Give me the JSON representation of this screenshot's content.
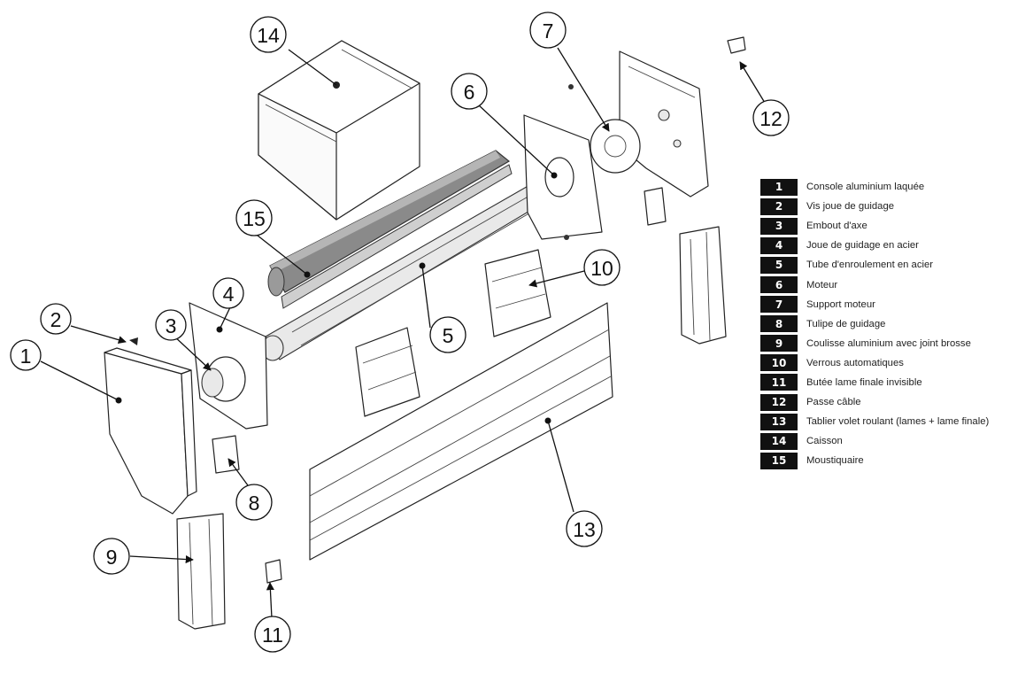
{
  "legend": [
    {
      "num": "1",
      "label": "Console aluminium laquée"
    },
    {
      "num": "2",
      "label": "Vis joue de guidage"
    },
    {
      "num": "3",
      "label": "Embout d'axe"
    },
    {
      "num": "4",
      "label": "Joue de guidage en acier"
    },
    {
      "num": "5",
      "label": "Tube d'enroulement en acier"
    },
    {
      "num": "6",
      "label": "Moteur"
    },
    {
      "num": "7",
      "label": "Support moteur"
    },
    {
      "num": "8",
      "label": "Tulipe de guidage"
    },
    {
      "num": "9",
      "label": "Coulisse aluminium avec joint brosse"
    },
    {
      "num": "10",
      "label": "Verrous automatiques"
    },
    {
      "num": "11",
      "label": "Butée lame finale invisible"
    },
    {
      "num": "12",
      "label": "Passe câble"
    },
    {
      "num": "13",
      "label": "Tablier volet roulant (lames + lame finale)"
    },
    {
      "num": "14",
      "label": "Caisson"
    },
    {
      "num": "15",
      "label": "Moustiquaire"
    }
  ],
  "callouts": [
    "1",
    "2",
    "3",
    "4",
    "5",
    "6",
    "7",
    "8",
    "9",
    "10",
    "11",
    "12",
    "13",
    "14",
    "15"
  ]
}
